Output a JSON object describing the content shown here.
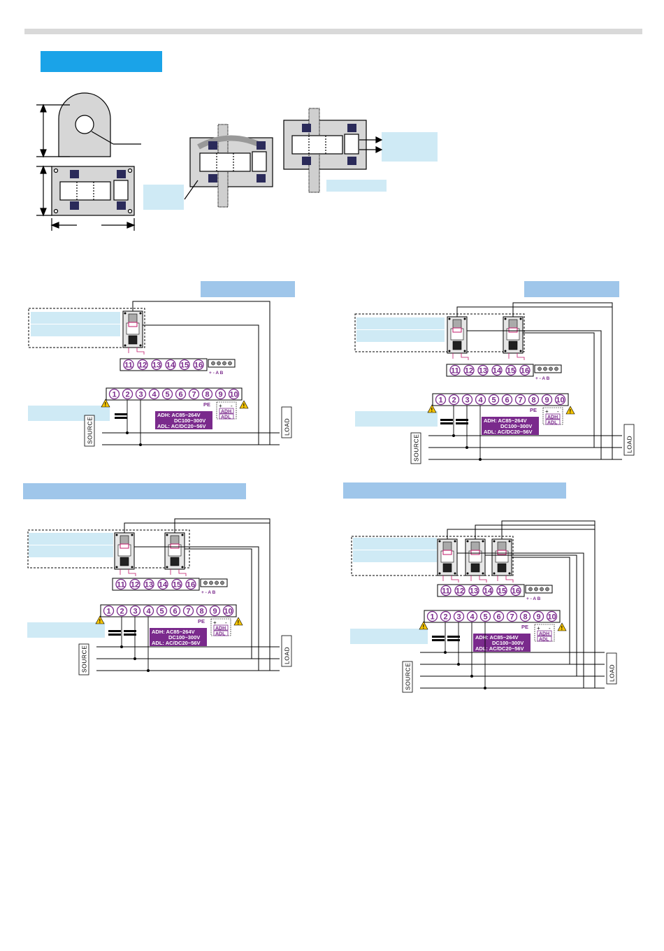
{
  "colors": {
    "section_tab": "#1aa3e8",
    "header_bar": "#9fc6ea",
    "label_box": "#cfeaf5",
    "terminal_purple": "#7a2a8c",
    "warning_yellow": "#f5c400",
    "ct_dark": "#2b2b5a"
  },
  "terminals": {
    "upper": [
      "11",
      "12",
      "13",
      "14",
      "15",
      "16"
    ],
    "lower": [
      "1",
      "2",
      "3",
      "4",
      "5",
      "6",
      "7",
      "8",
      "9",
      "10"
    ],
    "pe": "PE",
    "rs485": "+ -  A B",
    "plus": "+",
    "minus": "-"
  },
  "power_spec": {
    "line1": "ADH: AC85~264V",
    "line2": "DC100~300V",
    "line3": "ADL: AC/DC20~56V"
  },
  "adh": "ADH",
  "adl": "ADL",
  "source": "SOURCE",
  "load": "LOAD",
  "icons": [
    "warning-icon",
    "screw-terminal-icon",
    "current-transformer-icon",
    "arrow-icon"
  ]
}
